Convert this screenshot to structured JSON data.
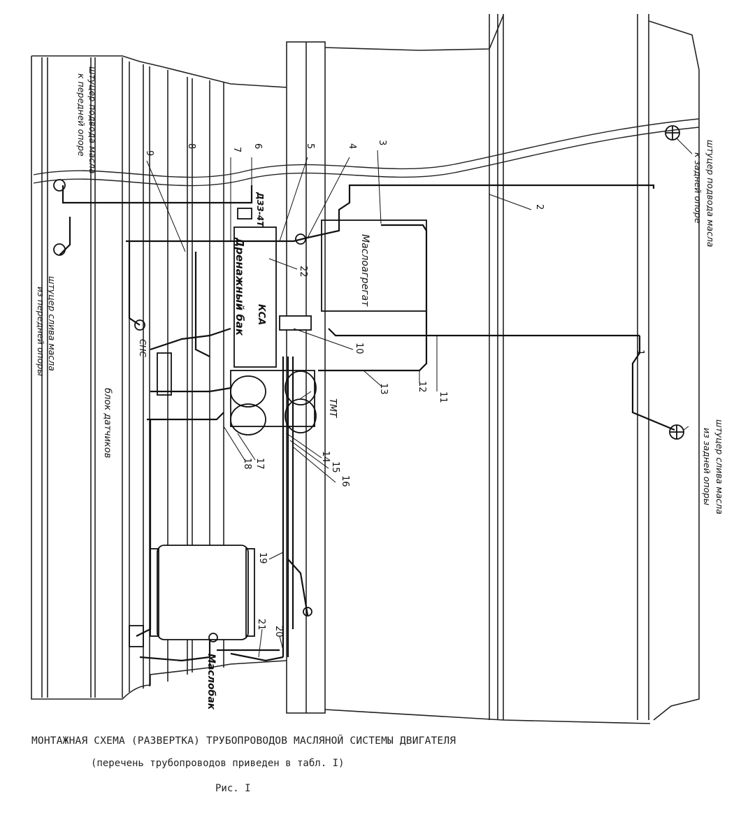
{
  "diagram": {
    "callouts": [
      "1",
      "2",
      "3",
      "4",
      "5",
      "6",
      "7",
      "8",
      "9",
      "10",
      "11",
      "12",
      "13",
      "14",
      "15",
      "16",
      "17",
      "18",
      "19",
      "20",
      "21",
      "22"
    ],
    "labels": {
      "oil_unit": "Маслоагрегат",
      "drain_tank": "Дренажный бак",
      "oil_tank": "Маслобак",
      "ksa": "КСА",
      "dzz": "ДЗЗ-4Т",
      "tmt": "ТМТ",
      "sns": "СНС",
      "sensor_block": "блок датчиков",
      "fitting_rear_supply_1": "штуцер подвода масла",
      "fitting_rear_supply_2": "к задней опоре",
      "fitting_rear_drain_1": "штуцер слива масла",
      "fitting_rear_drain_2": "из задней опоры",
      "fitting_front_supply_1": "штуцер подвода масла",
      "fitting_front_supply_2": "к передней опоре",
      "fitting_front_drain_1": "штуцер слива масла",
      "fitting_front_drain_2": "из передней опоры"
    }
  },
  "caption": {
    "title": "МОНТАЖНАЯ СХЕМА (РАЗВЕРТКА) ТРУБОПРОВОДОВ МАСЛЯНОЙ СИСТЕМЫ ДВИГАТЕЛЯ",
    "subtitle": "(перечень трубопроводов приведен в табл. I)",
    "figure": "Рис. I"
  }
}
